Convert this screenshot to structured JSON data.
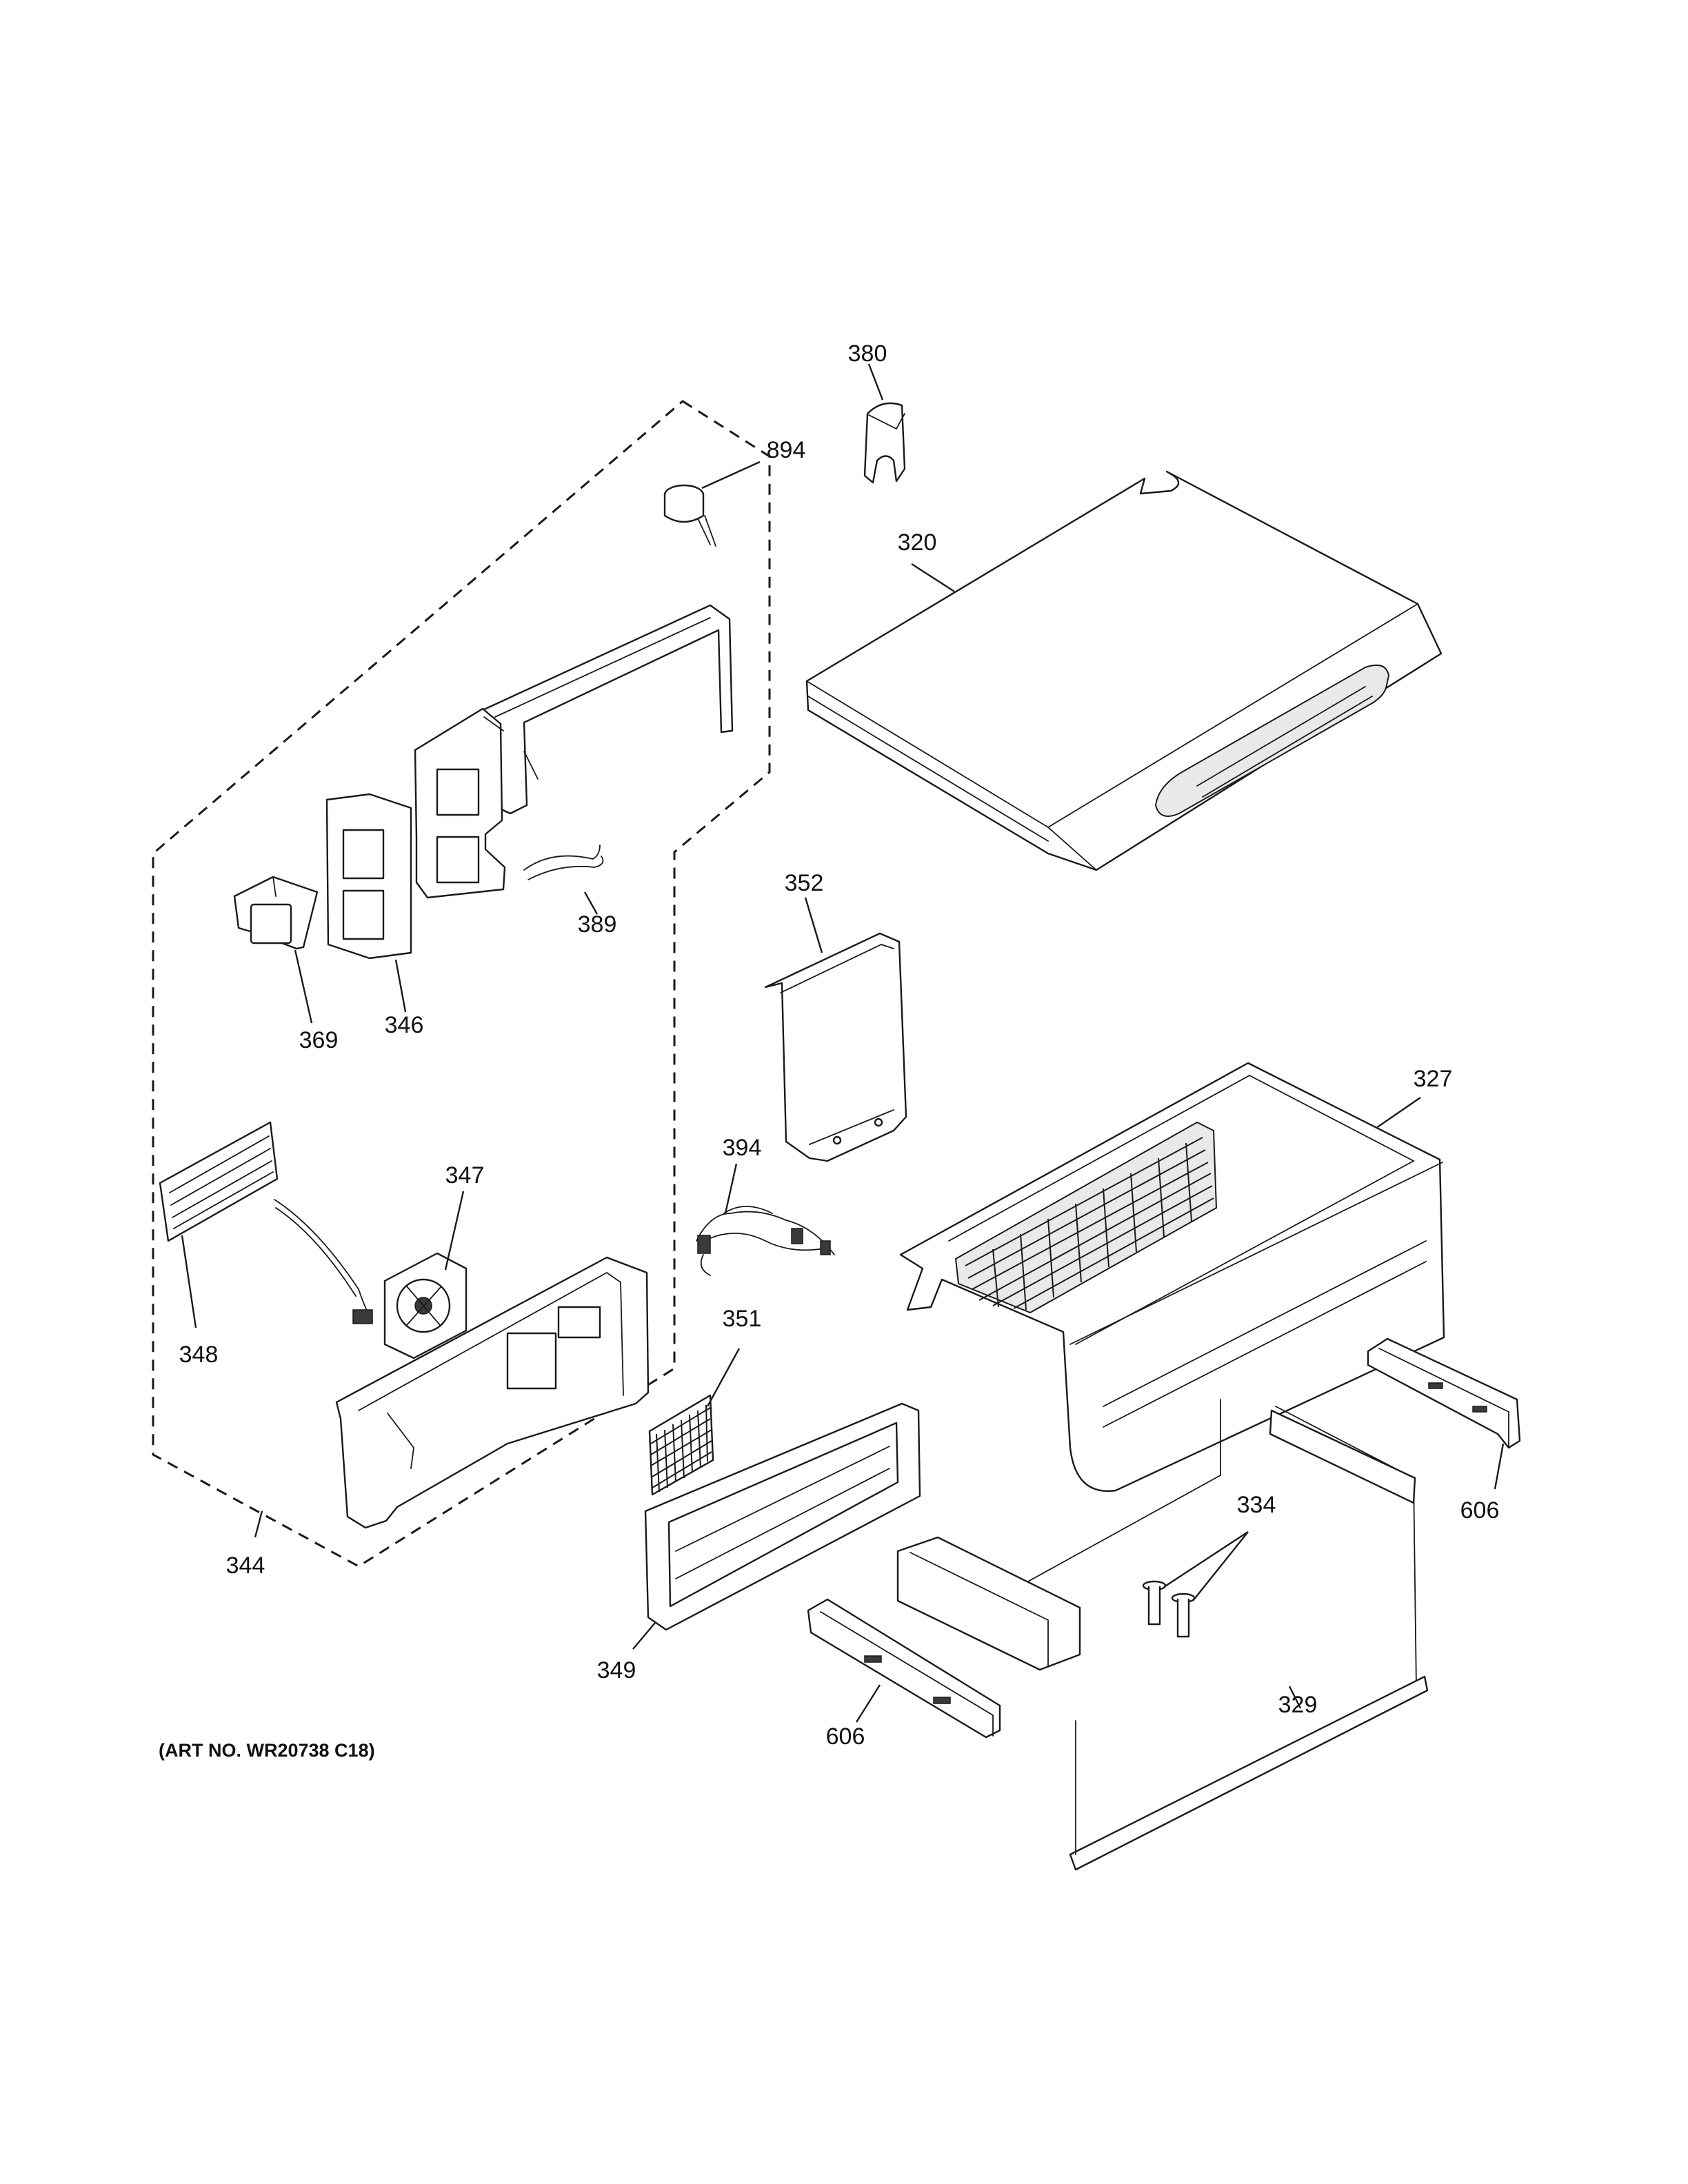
{
  "callouts": {
    "c380": "380",
    "c894": "894",
    "c320": "320",
    "c389": "389",
    "c369": "369",
    "c346": "346",
    "c352": "352",
    "c327": "327",
    "c394": "394",
    "c347": "347",
    "c348": "348",
    "c351": "351",
    "c606a": "606",
    "c334": "334",
    "c344": "344",
    "c349": "349",
    "c329": "329",
    "c606b": "606"
  },
  "art_number": "(ART NO. WR20738 C18)"
}
